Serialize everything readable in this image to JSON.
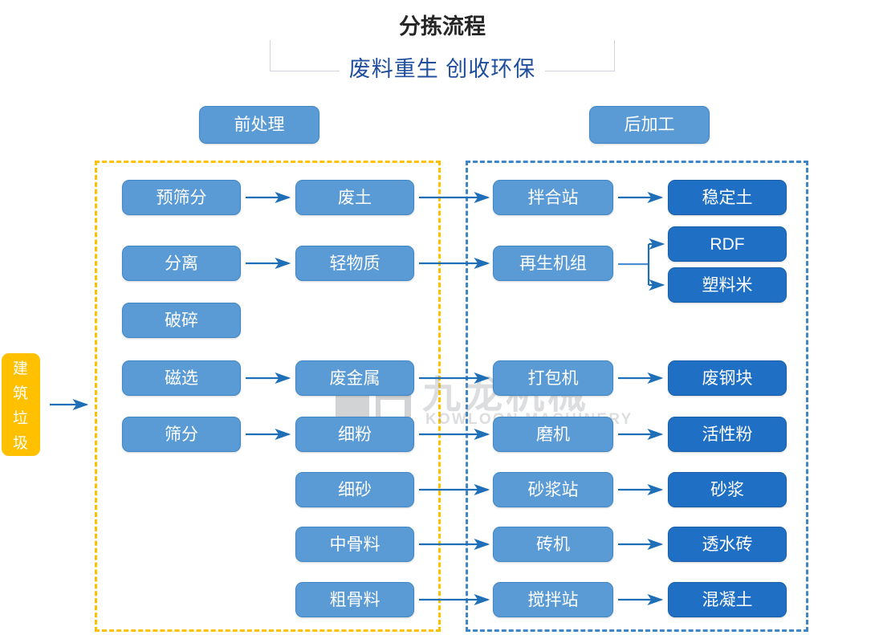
{
  "header": {
    "title": "分拣流程",
    "subtitle": "废料重生 创收环保"
  },
  "stages": [
    {
      "id": "pre",
      "label": "前处理"
    },
    {
      "id": "post",
      "label": "后加工"
    }
  ],
  "input": {
    "label": "建筑垃圾"
  },
  "colors": {
    "node_mid": "#5B9BD5",
    "node_dark": "#1F6FC4",
    "input_yellow": "#FFC000",
    "zone_pre_border": "#FFC000",
    "zone_post_border": "#3f86c6",
    "arrow": "#1F6FB8",
    "title_text": "#262626",
    "subtitle_text": "#1f4e9c"
  },
  "nodes": {
    "col1": [
      {
        "label": "预筛分"
      },
      {
        "label": "分离"
      },
      {
        "label": "破碎"
      },
      {
        "label": "磁选"
      },
      {
        "label": "筛分"
      }
    ],
    "col2": [
      {
        "label": "废土"
      },
      {
        "label": "轻物质"
      },
      {
        "label": "废金属"
      },
      {
        "label": "细粉"
      },
      {
        "label": "细砂"
      },
      {
        "label": "中骨料"
      },
      {
        "label": "粗骨料"
      }
    ],
    "col3": [
      {
        "label": "拌合站"
      },
      {
        "label": "再生机组"
      },
      {
        "label": "打包机"
      },
      {
        "label": "磨机"
      },
      {
        "label": "砂浆站"
      },
      {
        "label": "砖机"
      },
      {
        "label": "搅拌站"
      }
    ],
    "col4": [
      {
        "label": "稳定土"
      },
      {
        "label": "RDF"
      },
      {
        "label": "塑料米"
      },
      {
        "label": "废钢块"
      },
      {
        "label": "活性粉"
      },
      {
        "label": "砂浆"
      },
      {
        "label": "透水砖"
      },
      {
        "label": "混凝土"
      }
    ]
  },
  "watermark": {
    "cn": "九龙机械",
    "en": "KOWLOON MACHINERY"
  }
}
